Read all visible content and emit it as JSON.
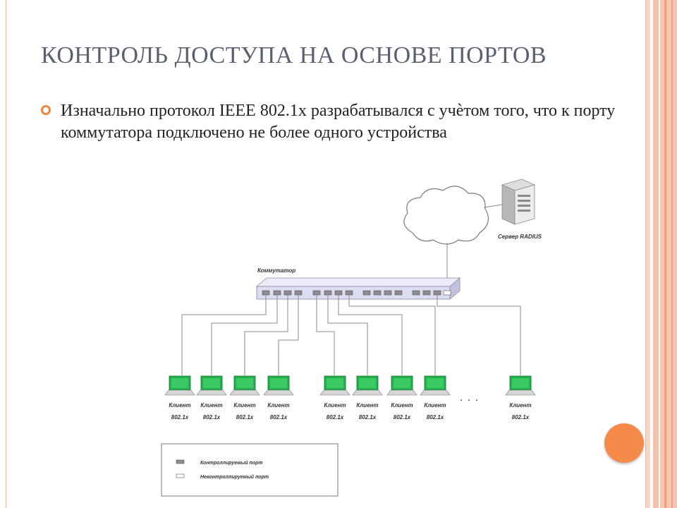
{
  "slide": {
    "title": "КОНТРОЛЬ ДОСТУПА НА ОСНОВЕ ПОРТОВ",
    "bullet_text": "Изначально протокол IEEE 802.1x разрабатывался с учѐтом того, что к порту коммутатора подключено не более одного устройства"
  },
  "diagram": {
    "switch_label": "Коммутатор",
    "server_label": "Сервер RADIUS",
    "client_line1": "Клиент",
    "client_line2": "802.1x",
    "ellipsis": ". . .",
    "legend": {
      "controlled": "Контроллируемый порт",
      "uncontrolled": "Неконтроллируемый порт"
    }
  },
  "colors": {
    "accent": "#f0873e",
    "title": "#5a6070",
    "switch_fill": "#dcdcf2",
    "client_screen": "#21b34b"
  }
}
